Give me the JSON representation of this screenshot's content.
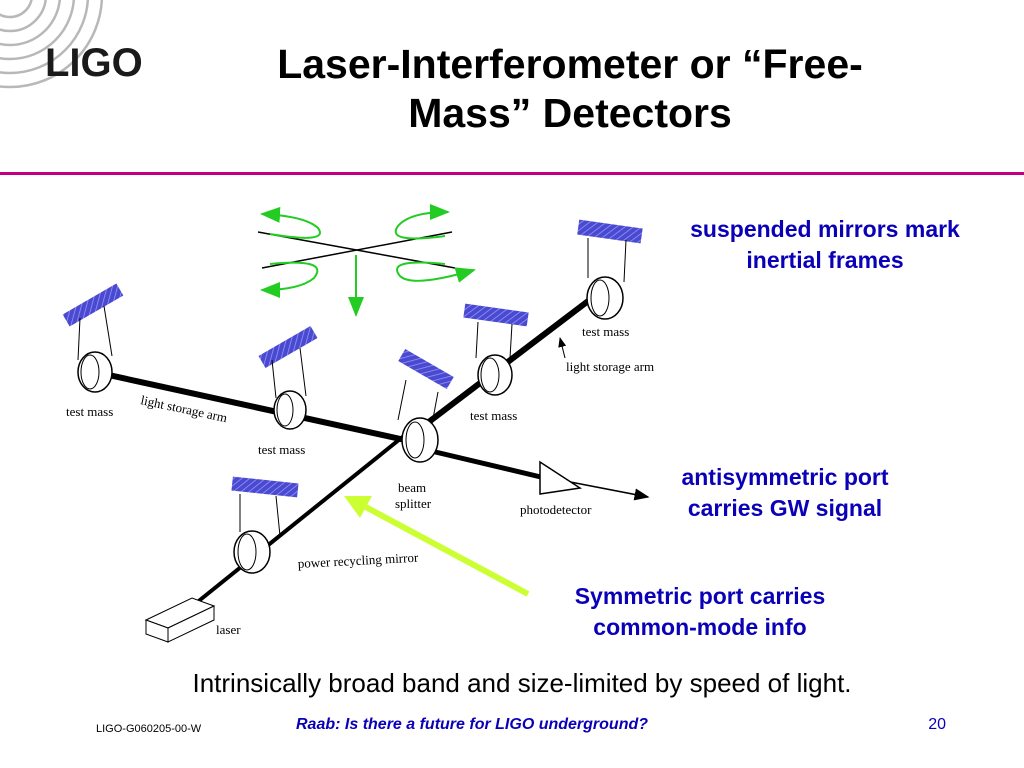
{
  "logo": {
    "text": "LIGO"
  },
  "title": {
    "line1": "Laser-Interferometer or “Free-",
    "line2": "Mass” Detectors"
  },
  "callouts": {
    "mirrors": {
      "line1": "suspended mirrors mark",
      "line2": "inertial frames"
    },
    "antisym": {
      "line1": "antisymmetric port",
      "line2": "carries GW signal"
    },
    "sym": {
      "line1": "Symmetric port carries",
      "line2": "common-mode info"
    }
  },
  "diagram_labels": {
    "test_mass_left": "test mass",
    "light_storage_arm_left": "light storage arm",
    "test_mass_mid": "test mass",
    "test_mass_inner": "test mass",
    "test_mass_far": "test mass",
    "light_storage_arm_right": "light storage arm",
    "beam_splitter_1": "beam",
    "beam_splitter_2": "splitter",
    "photodetector": "photodetector",
    "power_recycling_mirror": "power recycling mirror",
    "laser": "laser"
  },
  "summary": "Intrinsically broad band and size-limited by speed of light.",
  "footer": {
    "doc_id": "LIGO-G060205-00-W",
    "talk": "Raab: Is there a future for LIGO underground?",
    "page": "20"
  },
  "colors": {
    "callout_text": "#0a00b8",
    "rule": "#c0007f",
    "mirror_fill": "#4a4ad0",
    "wave_arrows": "#22cc22",
    "pointer_arrow": "#ccff33"
  }
}
